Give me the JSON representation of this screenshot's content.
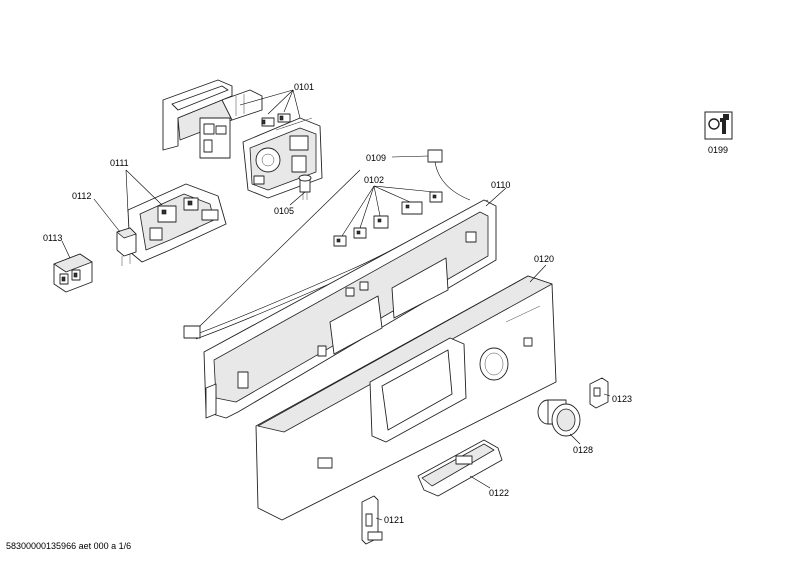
{
  "labels": {
    "p0101": "0101",
    "p0111": "0111",
    "p0112": "0112",
    "p0113": "0113",
    "p0105": "0105",
    "p0109": "0109",
    "p0102": "0102",
    "p0110": "0110",
    "p0120": "0120",
    "p0123": "0123",
    "p0128": "0128",
    "p0122": "0122",
    "p0121": "0121",
    "p0199": "0199"
  },
  "footer": "58300000135966 aet 000 a 1/6"
}
